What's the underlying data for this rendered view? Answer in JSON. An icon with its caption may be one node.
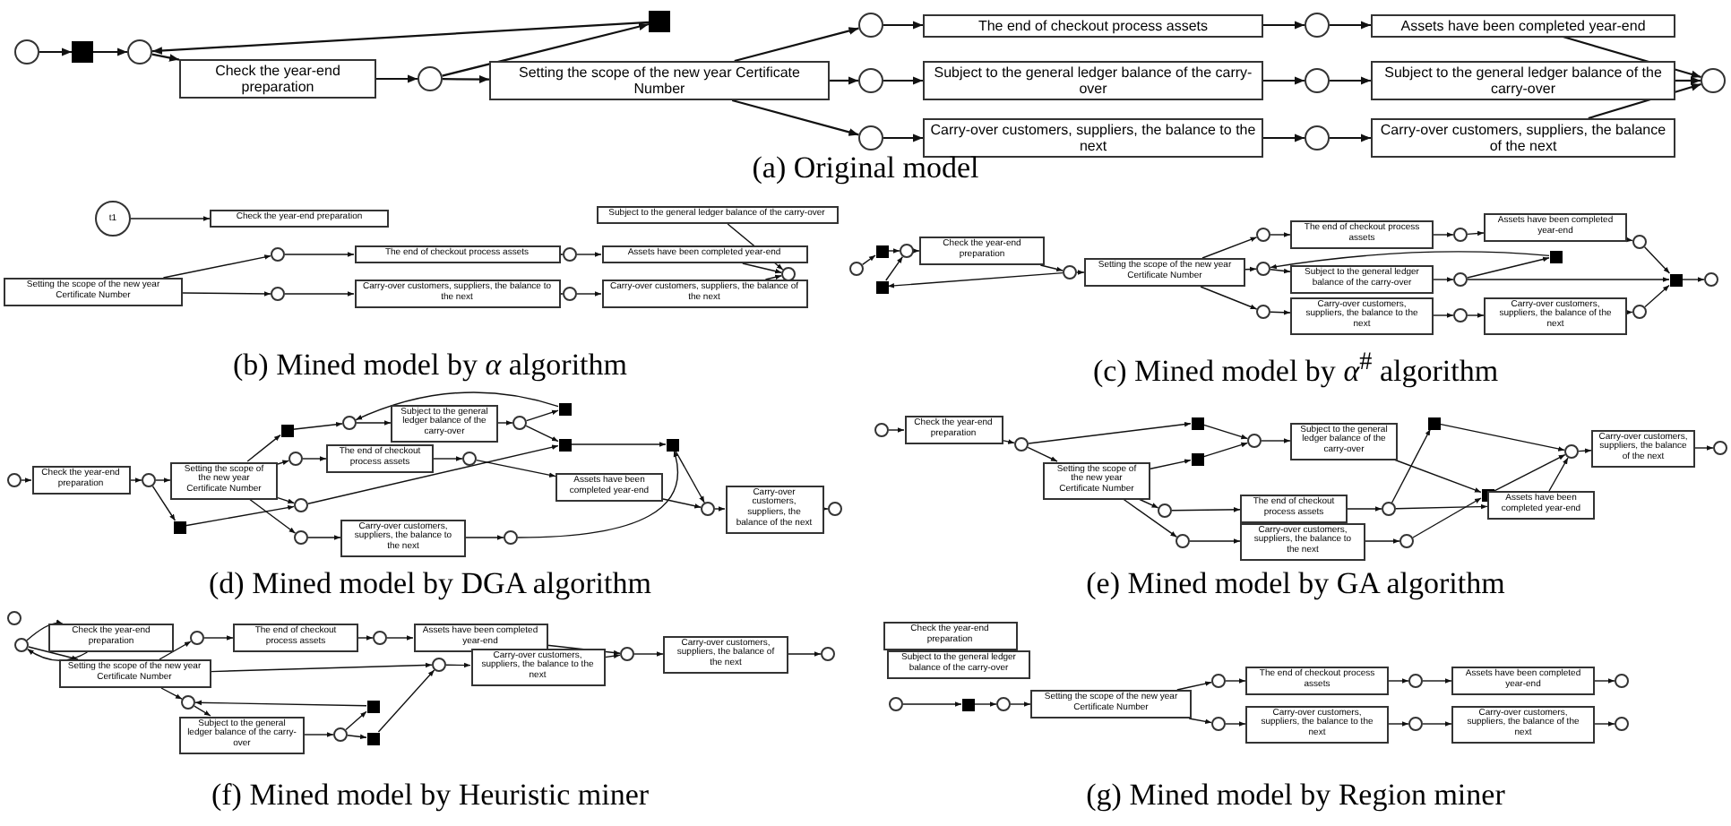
{
  "diagram": {
    "nodes": [
      {
        "text": [],
        "shape": "circle"
      },
      {
        "text": [],
        "shape": "square"
      },
      {
        "text": [],
        "shape": "circle"
      },
      {
        "text": [
          "Check the year-end preparation"
        ]
      },
      {
        "text": [],
        "shape": "circle"
      },
      {
        "text": [],
        "shape": "square"
      },
      {
        "text": [
          "Setting the scope of the new year Certificate Number"
        ]
      },
      {
        "text": [],
        "shape": "circle"
      },
      {
        "text": [],
        "shape": "circle"
      },
      {
        "text": [],
        "shape": "circle"
      },
      {
        "text": [
          "The end of checkout process assets"
        ]
      },
      {
        "text": [
          "Subject to the general ledger balance of the carry-over"
        ]
      },
      {
        "text": [
          "Carry-over customers, suppliers, the balance to the next"
        ]
      },
      {
        "text": [],
        "shape": "circle"
      },
      {
        "text": [],
        "shape": "circle"
      },
      {
        "text": [],
        "shape": "circle"
      },
      {
        "text": [
          "Assets have been completed year-end"
        ]
      },
      {
        "text": [
          "Subject to the general ledger balance of the carry-over"
        ]
      },
      {
        "text": [
          "Carry-over customers, suppliers, the balance of the next"
        ]
      },
      {
        "text": [],
        "shape": "circle"
      },
      {
        "text": [
          "t1"
        ]
      },
      {
        "text": [
          "Check the year-end preparation"
        ]
      },
      {
        "text": [
          "Subject to the general ledger balance of the carry-over"
        ]
      },
      {
        "text": [],
        "shape": "circle"
      },
      {
        "text": [
          "The end of checkout process assets"
        ]
      },
      {
        "text": [],
        "shape": "circle"
      },
      {
        "text": [
          "Assets have been completed year-end"
        ]
      },
      {
        "text": [],
        "shape": "circle"
      },
      {
        "text": [
          "Setting the scope of the new year Certificate Number"
        ]
      },
      {
        "text": [],
        "shape": "circle"
      },
      {
        "text": [
          "Carry-over customers, suppliers, the balance to the next"
        ]
      },
      {
        "text": [],
        "shape": "circle"
      },
      {
        "text": [
          "Carry-over customers, suppliers, the balance of the next"
        ]
      },
      {
        "text": [],
        "shape": "circle"
      },
      {
        "text": [],
        "shape": "square"
      },
      {
        "text": [],
        "shape": "circle"
      },
      {
        "text": [],
        "shape": "square"
      },
      {
        "text": [
          "Check the year-end preparation"
        ]
      },
      {
        "text": [],
        "shape": "circle"
      },
      {
        "text": [
          "Setting the scope of the new year Certificate Number"
        ]
      },
      {
        "text": [],
        "shape": "circle"
      },
      {
        "text": [],
        "shape": "circle"
      },
      {
        "text": [],
        "shape": "circle"
      },
      {
        "text": [
          "The end of checkout process assets"
        ]
      },
      {
        "text": [
          "Subject to the general ledger balance of the carry-over"
        ]
      },
      {
        "text": [
          "Carry-over customers, suppliers, the balance to the next"
        ]
      },
      {
        "text": [],
        "shape": "circle"
      },
      {
        "text": [],
        "shape": "circle"
      },
      {
        "text": [],
        "shape": "circle"
      },
      {
        "text": [
          "Assets have been completed year-end"
        ]
      },
      {
        "text": [],
        "shape": "square"
      },
      {
        "text": [
          "Carry-over customers, suppliers, the balance of the next"
        ]
      },
      {
        "text": [],
        "shape": "circle"
      },
      {
        "text": [],
        "shape": "circle"
      },
      {
        "text": [],
        "shape": "square"
      },
      {
        "text": [],
        "shape": "circle"
      },
      {
        "text": [],
        "shape": "circle"
      },
      {
        "text": [
          "Check the year-end preparation"
        ]
      },
      {
        "text": [],
        "shape": "circle"
      },
      {
        "text": [
          "Setting the scope of the new year Certificate Number"
        ]
      },
      {
        "text": [],
        "shape": "square"
      },
      {
        "text": [],
        "shape": "circle"
      },
      {
        "text": [],
        "shape": "circle"
      },
      {
        "text": [],
        "shape": "circle"
      },
      {
        "text": [],
        "shape": "square"
      },
      {
        "text": [],
        "shape": "circle"
      },
      {
        "text": [
          "The end of checkout process assets"
        ]
      },
      {
        "text": [
          "Subject to the general ledger balance of the carry-over"
        ]
      },
      {
        "text": [
          "Carry-over customers, suppliers, the balance to the next"
        ]
      },
      {
        "text": [],
        "shape": "circle"
      },
      {
        "text": [],
        "shape": "circle"
      },
      {
        "text": [],
        "shape": "square"
      },
      {
        "text": [],
        "shape": "square"
      },
      {
        "text": [
          "Assets have been completed year-end"
        ]
      },
      {
        "text": [],
        "shape": "circle"
      },
      {
        "text": [],
        "shape": "square"
      },
      {
        "text": [],
        "shape": "circle"
      },
      {
        "text": [
          "Carry-over customers, suppliers, the balance of the next"
        ]
      },
      {
        "text": [],
        "shape": "circle"
      },
      {
        "text": [],
        "shape": "circle"
      },
      {
        "text": [
          "Check the year-end preparation"
        ]
      },
      {
        "text": [],
        "shape": "circle"
      },
      {
        "text": [
          "Setting the scope of the new year Certificate Number"
        ]
      },
      {
        "text": [],
        "shape": "square"
      },
      {
        "text": [],
        "shape": "square"
      },
      {
        "text": [],
        "shape": "circle"
      },
      {
        "text": [],
        "shape": "circle"
      },
      {
        "text": [
          "Subject to the general ledger balance of the carry-over"
        ]
      },
      {
        "text": [
          "The end of checkout process assets"
        ]
      },
      {
        "text": [
          "Carry-over customers, suppliers, the balance to the next"
        ]
      },
      {
        "text": [],
        "shape": "circle"
      },
      {
        "text": [],
        "shape": "square"
      },
      {
        "text": [],
        "shape": "square"
      },
      {
        "text": [],
        "shape": "circle"
      },
      {
        "text": [],
        "shape": "circle"
      },
      {
        "text": [
          "Assets have been completed year-end"
        ]
      },
      {
        "text": [],
        "shape": "circle"
      },
      {
        "text": [
          "Carry-over customers, suppliers, the balance of the next"
        ]
      },
      {
        "text": [],
        "shape": "circle"
      },
      {
        "text": [],
        "shape": "circle"
      },
      {
        "text": [],
        "shape": "circle"
      },
      {
        "text": [
          "Check the year-end preparation"
        ]
      },
      {
        "text": [
          "Setting the scope of the new year Certificate Number"
        ]
      },
      {
        "text": [],
        "shape": "circle"
      },
      {
        "text": [
          "The end of checkout process assets"
        ]
      },
      {
        "text": [],
        "shape": "circle"
      },
      {
        "text": [
          "Assets have been completed year-end"
        ]
      },
      {
        "text": [],
        "shape": "circle"
      },
      {
        "text": [
          "Carry-over customers, suppliers, the balance to the next"
        ]
      },
      {
        "text": [],
        "shape": "circle"
      },
      {
        "text": [
          "Carry-over customers, suppliers, the balance of the next"
        ]
      },
      {
        "text": [],
        "shape": "circle"
      },
      {
        "text": [],
        "shape": "circle"
      },
      {
        "text": [
          "Subject to the general ledger balance of the carry-over"
        ]
      },
      {
        "text": [],
        "shape": "circle"
      },
      {
        "text": [],
        "shape": "square"
      },
      {
        "text": [],
        "shape": "square"
      },
      {
        "text": [
          "Check the year-end preparation"
        ]
      },
      {
        "text": [
          "Subject to the general ledger balance of the carry-over"
        ]
      },
      {
        "text": [],
        "shape": "circle"
      },
      {
        "text": [],
        "shape": "square"
      },
      {
        "text": [],
        "shape": "circle"
      },
      {
        "text": [
          "Setting the scope of the new year Certificate Number"
        ]
      },
      {
        "text": [],
        "shape": "circle"
      },
      {
        "text": [],
        "shape": "circle"
      },
      {
        "text": [
          "The end of checkout process assets"
        ]
      },
      {
        "text": [
          "Carry-over customers, suppliers, the balance to the next"
        ]
      },
      {
        "text": [],
        "shape": "circle"
      },
      {
        "text": [],
        "shape": "circle"
      },
      {
        "text": [
          "Assets have been completed year-end"
        ]
      },
      {
        "text": [
          "Carry-over customers, suppliers, the balance of the next"
        ]
      },
      {
        "text": [],
        "shape": "circle"
      },
      {
        "text": [],
        "shape": "circle"
      }
    ],
    "edges": [
      {
        "from": 0,
        "to": 1,
        "arrow": "to"
      },
      {
        "from": 1,
        "to": 2,
        "arrow": "to"
      },
      {
        "from": 2,
        "to": 3,
        "arrow": "to"
      },
      {
        "from": 3,
        "to": 4,
        "arrow": "to"
      },
      {
        "from": 4,
        "to": 6,
        "arrow": "to"
      },
      {
        "from": 4,
        "to": 5,
        "arrow": "to"
      },
      {
        "from": 5,
        "to": 2,
        "arrow": "to"
      },
      {
        "from": 6,
        "to": 7,
        "arrow": "to"
      },
      {
        "from": 6,
        "to": 8,
        "arrow": "to"
      },
      {
        "from": 6,
        "to": 9,
        "arrow": "to"
      },
      {
        "from": 7,
        "to": 10,
        "arrow": "to"
      },
      {
        "from": 8,
        "to": 11,
        "arrow": "to"
      },
      {
        "from": 9,
        "to": 12,
        "arrow": "to"
      },
      {
        "from": 10,
        "to": 13,
        "arrow": "to"
      },
      {
        "from": 11,
        "to": 14,
        "arrow": "to"
      },
      {
        "from": 12,
        "to": 15,
        "arrow": "to"
      },
      {
        "from": 13,
        "to": 16,
        "arrow": "to"
      },
      {
        "from": 14,
        "to": 17,
        "arrow": "to"
      },
      {
        "from": 15,
        "to": 18,
        "arrow": "to"
      },
      {
        "from": 16,
        "to": 19,
        "arrow": "to"
      },
      {
        "from": 17,
        "to": 19,
        "arrow": "to"
      },
      {
        "from": 18,
        "to": 19,
        "arrow": "to"
      },
      {
        "from": 20,
        "to": 21,
        "arrow": "to"
      },
      {
        "from": 28,
        "to": 23,
        "arrow": "to"
      },
      {
        "from": 28,
        "to": 29,
        "arrow": "to"
      },
      {
        "from": 23,
        "to": 24,
        "arrow": "to"
      },
      {
        "from": 24,
        "to": 25,
        "arrow": "to"
      },
      {
        "from": 25,
        "to": 26,
        "arrow": "to"
      },
      {
        "from": 26,
        "to": 27,
        "arrow": "to"
      },
      {
        "from": 29,
        "to": 30,
        "arrow": "to"
      },
      {
        "from": 30,
        "to": 31,
        "arrow": "to"
      },
      {
        "from": 31,
        "to": 32,
        "arrow": "to"
      },
      {
        "from": 32,
        "to": 27,
        "arrow": "to"
      },
      {
        "from": 22,
        "to": 27,
        "arrow": "to"
      },
      {
        "from": 33,
        "to": 34,
        "arrow": "to"
      },
      {
        "from": 34,
        "to": 35,
        "arrow": "to"
      },
      {
        "from": 35,
        "to": 37,
        "arrow": "to"
      },
      {
        "from": 37,
        "to": 38,
        "arrow": "to"
      },
      {
        "from": 38,
        "to": 39,
        "arrow": "to"
      },
      {
        "from": 38,
        "to": 36,
        "arrow": "to"
      },
      {
        "from": 36,
        "to": 35,
        "arrow": "to"
      },
      {
        "from": 39,
        "to": 40,
        "arrow": "to"
      },
      {
        "from": 39,
        "to": 41,
        "arrow": "to"
      },
      {
        "from": 39,
        "to": 42,
        "arrow": "to"
      },
      {
        "from": 40,
        "to": 43,
        "arrow": "to"
      },
      {
        "from": 43,
        "to": 46,
        "arrow": "to"
      },
      {
        "from": 46,
        "to": 49,
        "arrow": "to"
      },
      {
        "from": 49,
        "to": 52,
        "arrow": "to"
      },
      {
        "from": 52,
        "to": 54,
        "arrow": "to"
      },
      {
        "from": 41,
        "to": 44,
        "arrow": "to"
      },
      {
        "from": 44,
        "to": 47,
        "arrow": "to"
      },
      {
        "from": 47,
        "to": 50,
        "arrow": "to"
      },
      {
        "from": 50,
        "to": 41,
        "arrow": "to"
      },
      {
        "from": 47,
        "to": 54,
        "arrow": "to"
      },
      {
        "from": 42,
        "to": 45,
        "arrow": "to"
      },
      {
        "from": 45,
        "to": 48,
        "arrow": "to"
      },
      {
        "from": 48,
        "to": 51,
        "arrow": "to"
      },
      {
        "from": 51,
        "to": 53,
        "arrow": "to"
      },
      {
        "from": 53,
        "to": 54,
        "arrow": "to"
      },
      {
        "from": 54,
        "to": 55,
        "arrow": "to"
      },
      {
        "from": 56,
        "to": 57,
        "arrow": "to"
      },
      {
        "from": 57,
        "to": 58,
        "arrow": "to"
      },
      {
        "from": 58,
        "to": 59,
        "arrow": "to"
      },
      {
        "from": 58,
        "to": 60,
        "arrow": "to"
      },
      {
        "from": 60,
        "to": 62,
        "arrow": "to"
      },
      {
        "from": 59,
        "to": 61,
        "arrow": "to"
      },
      {
        "from": 59,
        "to": 62,
        "arrow": "to"
      },
      {
        "from": 59,
        "to": 63,
        "arrow": "to"
      },
      {
        "from": 59,
        "to": 64,
        "arrow": "to"
      },
      {
        "from": 64,
        "to": 65,
        "arrow": "to"
      },
      {
        "from": 65,
        "to": 67,
        "arrow": "to"
      },
      {
        "from": 67,
        "to": 70,
        "arrow": "to"
      },
      {
        "from": 70,
        "to": 71,
        "arrow": "to"
      },
      {
        "from": 70,
        "to": 72,
        "arrow": "to"
      },
      {
        "from": 71,
        "to": 65,
        "arrow": "to"
      },
      {
        "from": 61,
        "to": 66,
        "arrow": "to"
      },
      {
        "from": 66,
        "to": 69,
        "arrow": "to"
      },
      {
        "from": 69,
        "to": 73,
        "arrow": "to"
      },
      {
        "from": 62,
        "to": 72,
        "arrow": "to"
      },
      {
        "from": 72,
        "to": 75,
        "arrow": "to"
      },
      {
        "from": 73,
        "to": 76,
        "arrow": "to"
      },
      {
        "from": 63,
        "to": 68,
        "arrow": "to"
      },
      {
        "from": 68,
        "to": 74,
        "arrow": "to"
      },
      {
        "from": 74,
        "to": 75,
        "arrow": "to"
      },
      {
        "from": 75,
        "to": 76,
        "arrow": "to"
      },
      {
        "from": 76,
        "to": 77,
        "arrow": "to"
      },
      {
        "from": 77,
        "to": 78,
        "arrow": "to"
      },
      {
        "from": 79,
        "to": 80,
        "arrow": "to"
      },
      {
        "from": 80,
        "to": 81,
        "arrow": "to"
      },
      {
        "from": 81,
        "to": 82,
        "arrow": "to"
      },
      {
        "from": 81,
        "to": 83,
        "arrow": "to"
      },
      {
        "from": 83,
        "to": 90,
        "arrow": "to"
      },
      {
        "from": 82,
        "to": 84,
        "arrow": "to"
      },
      {
        "from": 84,
        "to": 90,
        "arrow": "to"
      },
      {
        "from": 82,
        "to": 85,
        "arrow": "to"
      },
      {
        "from": 82,
        "to": 86,
        "arrow": "to"
      },
      {
        "from": 90,
        "to": 87,
        "arrow": "to"
      },
      {
        "from": 87,
        "to": 92,
        "arrow": "to"
      },
      {
        "from": 92,
        "to": 96,
        "arrow": "to"
      },
      {
        "from": 85,
        "to": 88,
        "arrow": "to"
      },
      {
        "from": 88,
        "to": 93,
        "arrow": "to"
      },
      {
        "from": 93,
        "to": 91,
        "arrow": "to"
      },
      {
        "from": 91,
        "to": 96,
        "arrow": "to"
      },
      {
        "from": 86,
        "to": 89,
        "arrow": "to"
      },
      {
        "from": 89,
        "to": 94,
        "arrow": "to"
      },
      {
        "from": 94,
        "to": 92,
        "arrow": "to"
      },
      {
        "from": 93,
        "to": 95,
        "arrow": "to"
      },
      {
        "from": 95,
        "to": 96,
        "arrow": "to"
      },
      {
        "from": 96,
        "to": 97,
        "arrow": "to"
      },
      {
        "from": 97,
        "to": 98,
        "arrow": "to"
      },
      {
        "from": 100,
        "to": 101,
        "arrow": "to"
      },
      {
        "from": 101,
        "to": 100,
        "arrow": "to"
      },
      {
        "from": 100,
        "to": 102,
        "arrow": "to"
      },
      {
        "from": 102,
        "to": 103,
        "arrow": "to"
      },
      {
        "from": 103,
        "to": 104,
        "arrow": "to"
      },
      {
        "from": 104,
        "to": 105,
        "arrow": "to"
      },
      {
        "from": 105,
        "to": 106,
        "arrow": "to"
      },
      {
        "from": 106,
        "to": 109,
        "arrow": "to"
      },
      {
        "from": 102,
        "to": 107,
        "arrow": "to"
      },
      {
        "from": 107,
        "to": 108,
        "arrow": "to"
      },
      {
        "from": 108,
        "to": 109,
        "arrow": "to"
      },
      {
        "from": 109,
        "to": 110,
        "arrow": "to"
      },
      {
        "from": 110,
        "to": 111,
        "arrow": "to"
      },
      {
        "from": 102,
        "to": 112,
        "arrow": "to"
      },
      {
        "from": 112,
        "to": 113,
        "arrow": "to"
      },
      {
        "from": 113,
        "to": 114,
        "arrow": "to"
      },
      {
        "from": 114,
        "to": 115,
        "arrow": "to"
      },
      {
        "from": 115,
        "to": 112,
        "arrow": "to"
      },
      {
        "from": 114,
        "to": 116,
        "arrow": "to"
      },
      {
        "from": 116,
        "to": 107,
        "arrow": "to"
      },
      {
        "from": 119,
        "to": 120,
        "arrow": "to"
      },
      {
        "from": 120,
        "to": 121,
        "arrow": "to"
      },
      {
        "from": 121,
        "to": 122,
        "arrow": "to"
      },
      {
        "from": 122,
        "to": 123,
        "arrow": "to"
      },
      {
        "from": 122,
        "to": 124,
        "arrow": "to"
      },
      {
        "from": 123,
        "to": 125,
        "arrow": "to"
      },
      {
        "from": 125,
        "to": 127,
        "arrow": "to"
      },
      {
        "from": 127,
        "to": 129,
        "arrow": "to"
      },
      {
        "from": 129,
        "to": 131,
        "arrow": "to"
      },
      {
        "from": 124,
        "to": 126,
        "arrow": "to"
      },
      {
        "from": 126,
        "to": 128,
        "arrow": "to"
      },
      {
        "from": 128,
        "to": 130,
        "arrow": "to"
      },
      {
        "from": 130,
        "to": 132,
        "arrow": "to"
      }
    ],
    "labels": [
      "(a) Original model",
      "(b) Mined model by *α* algorithm",
      "(c) Mined model by *α*$^{#}$ algorithm",
      "(d) Mined model by DGA algorithm",
      "(e) Mined model by GA algorithm",
      "(f) Mined model by Heuristic miner",
      "(g) Mined model by Region miner"
    ]
  }
}
